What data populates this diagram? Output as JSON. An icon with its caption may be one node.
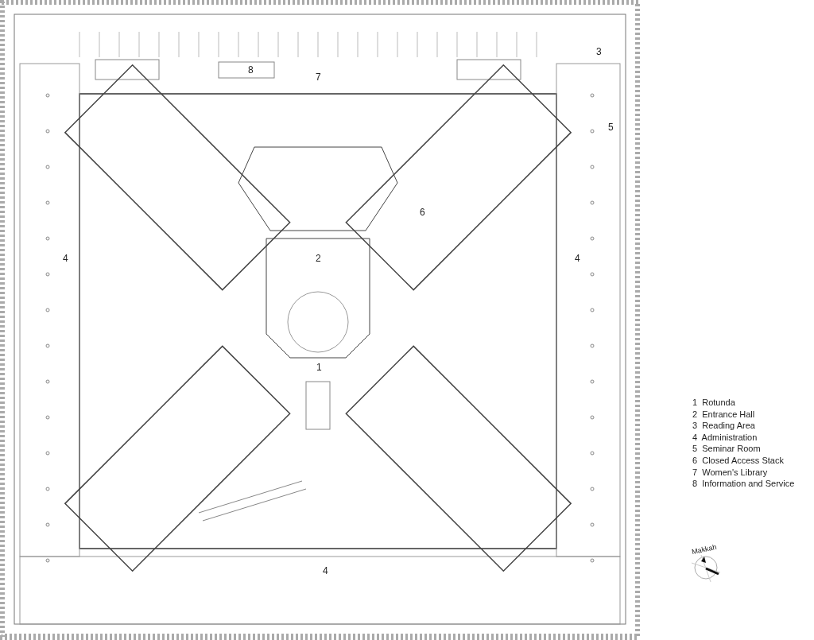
{
  "diagram": {
    "labels": [
      "3",
      "8",
      "7",
      "5",
      "6",
      "2",
      "4",
      "4",
      "1",
      "4",
      "1  Rotunda",
      "2  Entrance Hall",
      "3  Reading Area",
      "4  Administration",
      "5  Seminar Room",
      "6  Closed Access Stack",
      "7  Women's Library",
      "8  Information and Service",
      "Makkah"
    ]
  }
}
